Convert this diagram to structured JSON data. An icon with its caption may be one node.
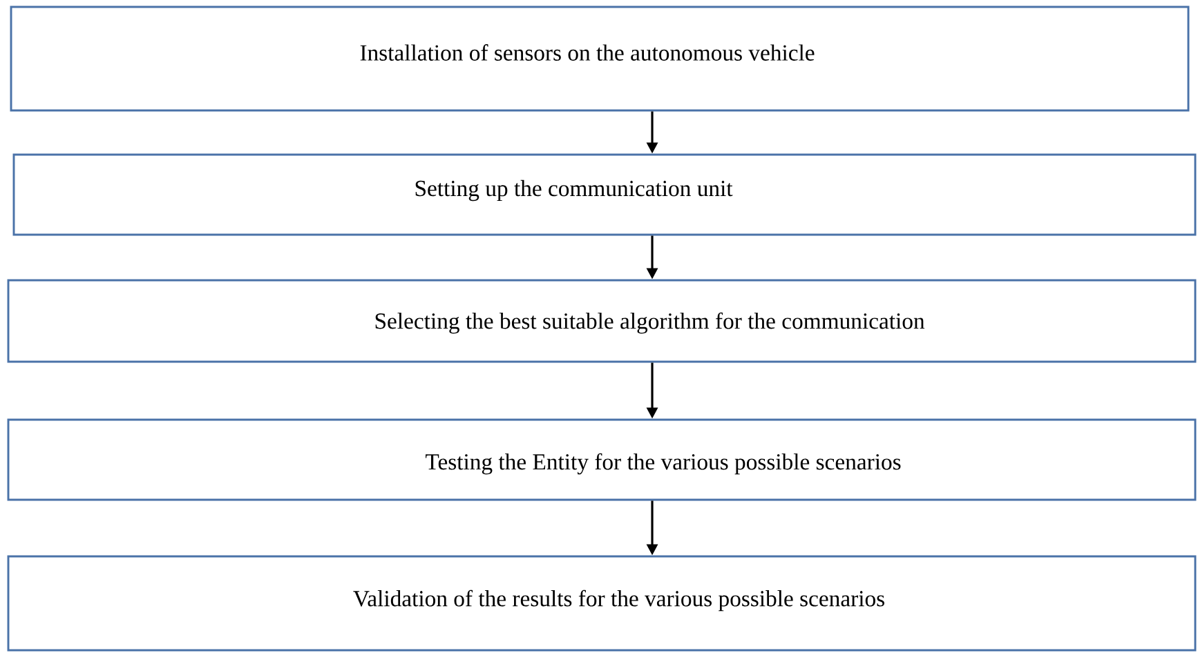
{
  "diagram": {
    "nodes": [
      {
        "text": [
          "Installation of sensors on the autonomous vehicle"
        ]
      },
      {
        "text": [
          "Setting up the communication unit"
        ]
      },
      {
        "text": [
          "Selecting the best suitable algorithm for the communication"
        ]
      },
      {
        "text": [
          "Testing the Entity for the various possible scenarios"
        ]
      },
      {
        "text": [
          "Validation of the results for the various possible scenarios"
        ]
      }
    ],
    "edges": [
      {
        "from": 0,
        "to": 1,
        "arrow": "to"
      },
      {
        "from": 1,
        "to": 2,
        "arrow": "to"
      },
      {
        "from": 2,
        "to": 3,
        "arrow": "to"
      },
      {
        "from": 3,
        "to": 4,
        "arrow": "to"
      }
    ]
  }
}
